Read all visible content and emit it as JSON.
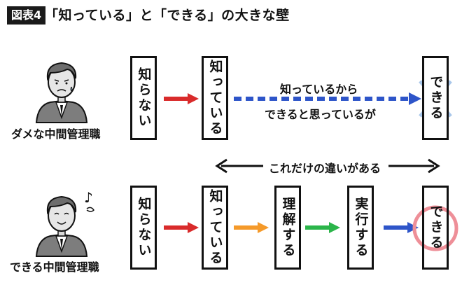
{
  "header": {
    "figure_tag": "図表4",
    "title": "「知っている」と「できる」の大きな壁"
  },
  "top_row": {
    "person_caption": "ダメな中間管理職",
    "stages": [
      "知らない",
      "知っている",
      "できる"
    ],
    "dashed_label_line1": "知っているから",
    "dashed_label_line2": "できると思っているが"
  },
  "gap_label": "これだけの違いがある",
  "bottom_row": {
    "person_caption": "できる中間管理職",
    "stages": [
      "知らない",
      "知っている",
      "理解する",
      "実行する",
      "できる"
    ]
  },
  "colors": {
    "red_arrow": "#d92b2b",
    "blue_arrow": "#2e55c9",
    "orange_arrow": "#f59a2a",
    "green_arrow": "#2bb54a",
    "cross": "#a9c7ea",
    "circle": "#ee8f98"
  },
  "icons": {
    "music_note": "♪"
  }
}
